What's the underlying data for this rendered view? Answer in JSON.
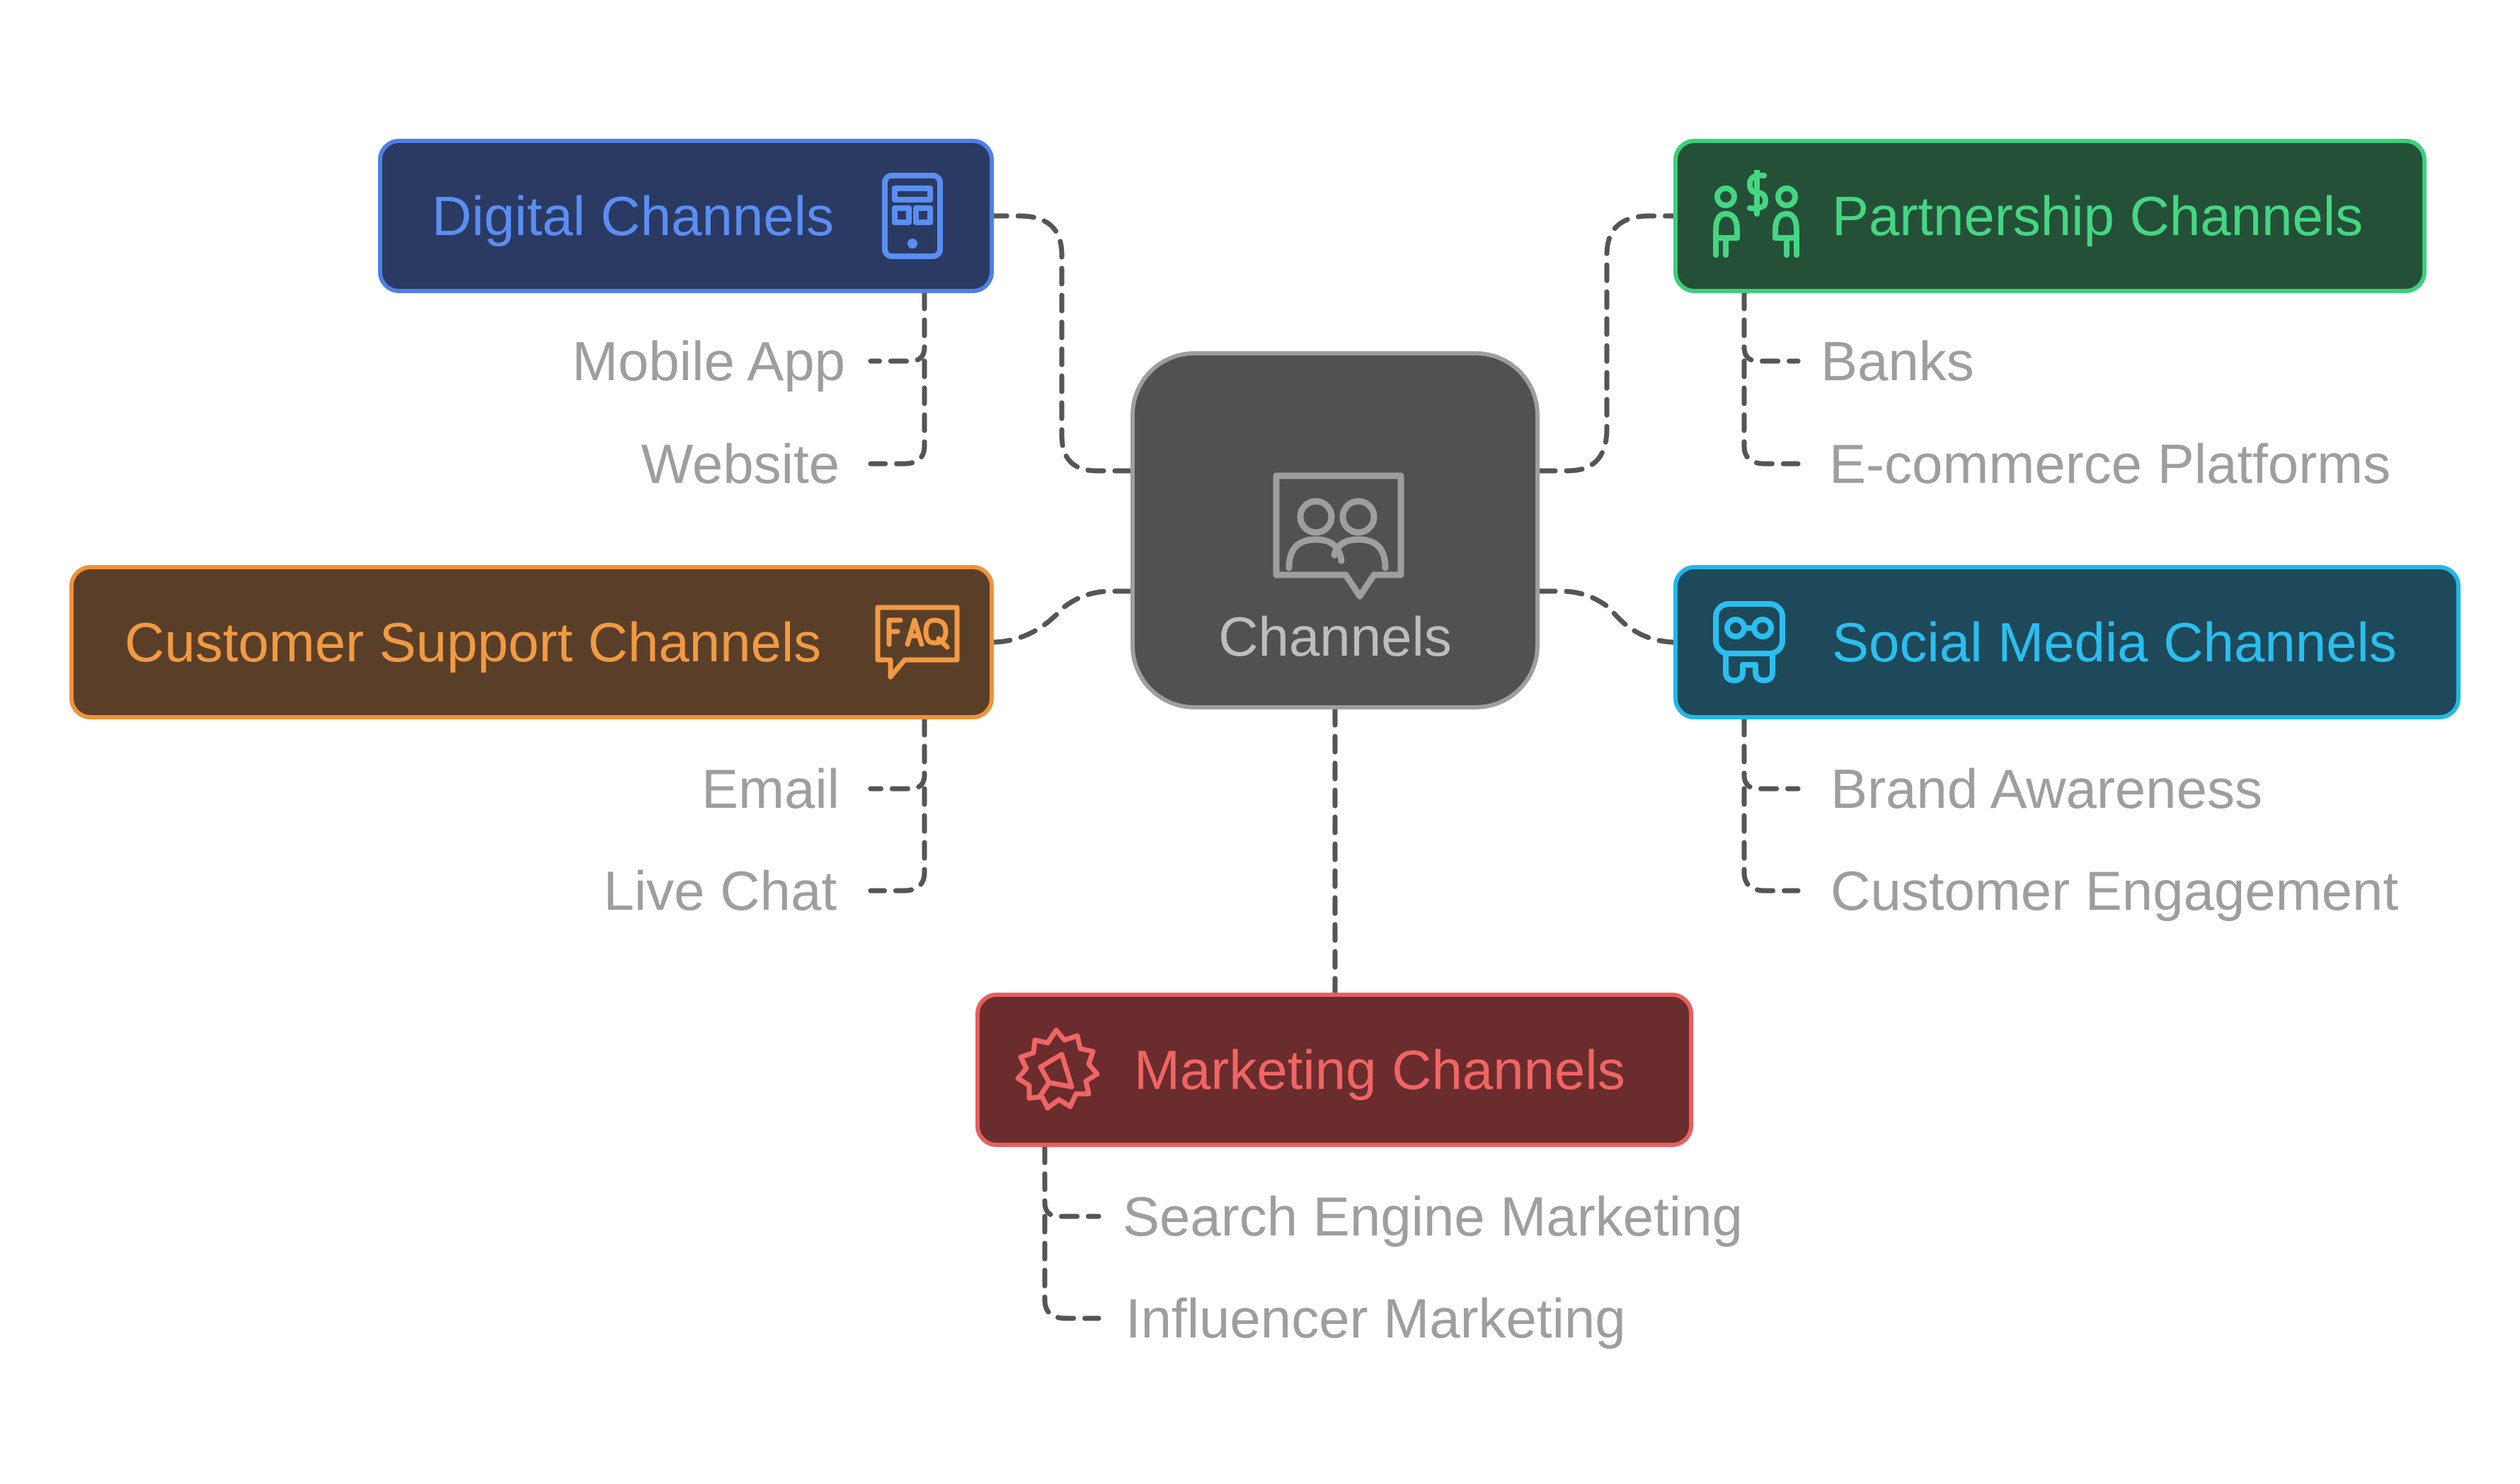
{
  "diagram": {
    "center": {
      "label": "Channels",
      "icon": "people-chat-icon"
    },
    "branches": {
      "digital": {
        "label": "Digital Channels",
        "icon": "mobile-device-icon",
        "items": [
          "Mobile App",
          "Website"
        ],
        "color": "#4d7fe6"
      },
      "partnership": {
        "label": "Partnership Channels",
        "icon": "partnership-money-icon",
        "items": [
          "Banks",
          "E-commerce Platforms"
        ],
        "color": "#3ccf7a"
      },
      "support": {
        "label": "Customer Support Channels",
        "icon": "faq-bubble-icon",
        "items": [
          "Email",
          "Live Chat"
        ],
        "color": "#f0923a"
      },
      "social": {
        "label": "Social Media Channels",
        "icon": "social-mascot-icon",
        "items": [
          "Brand Awareness",
          "Customer Engagement"
        ],
        "color": "#1fb8e8"
      },
      "marketing": {
        "label": "Marketing Channels",
        "icon": "megaphone-badge-icon",
        "items": [
          "Search Engine Marketing",
          "Influencer Marketing"
        ],
        "color": "#e85e5e"
      }
    }
  }
}
